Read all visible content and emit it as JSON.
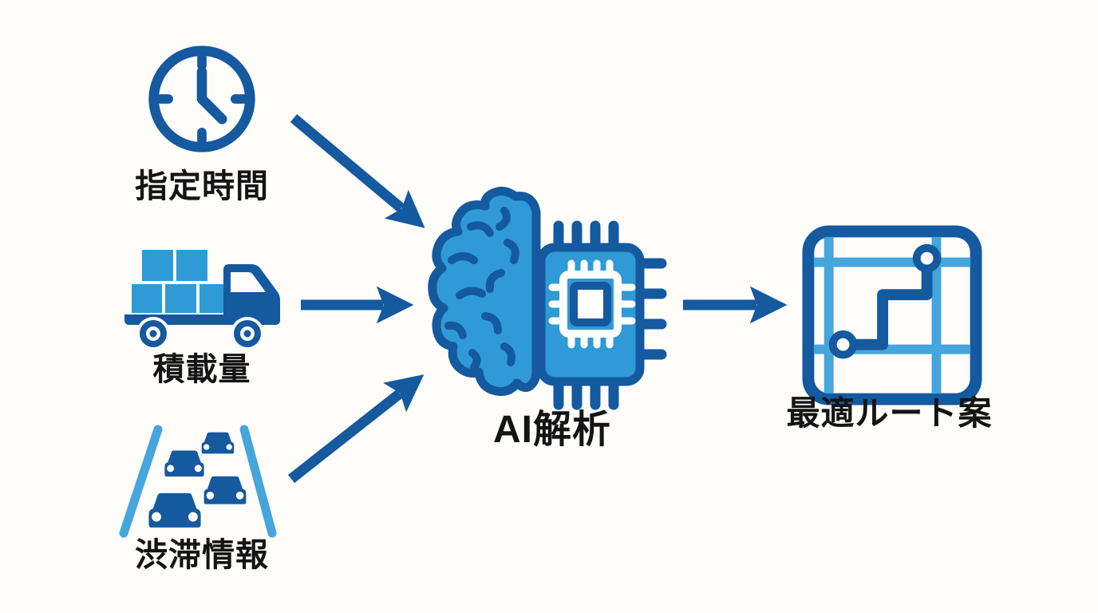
{
  "diagram": {
    "description": "AI route optimization flow diagram",
    "inputs": [
      {
        "id": "designated-time",
        "label": "指定時間",
        "icon": "clock-icon"
      },
      {
        "id": "load-capacity",
        "label": "積載量",
        "icon": "truck-icon"
      },
      {
        "id": "traffic-info",
        "label": "渋滞情報",
        "icon": "traffic-jam-icon"
      }
    ],
    "process": {
      "id": "ai-analysis",
      "label": "AI解析",
      "icon": "brain-chip-icon"
    },
    "output": {
      "id": "optimal-route",
      "label": "最適ルート案",
      "icon": "route-map-icon"
    },
    "arrows": [
      {
        "from": "designated-time",
        "to": "ai-analysis"
      },
      {
        "from": "load-capacity",
        "to": "ai-analysis"
      },
      {
        "from": "traffic-info",
        "to": "ai-analysis"
      },
      {
        "from": "ai-analysis",
        "to": "optimal-route"
      }
    ],
    "colors": {
      "dark_blue": "#15599f",
      "medium_blue": "#2f9ad6",
      "light_blue": "#45a5dd",
      "text": "#141414",
      "background": "#fefdfa"
    }
  }
}
